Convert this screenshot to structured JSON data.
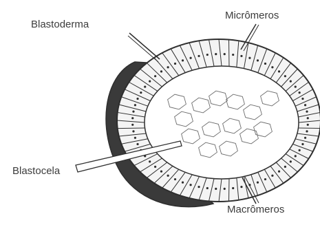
{
  "figure": {
    "labels": {
      "blastoderma": "Blastoderma",
      "micromeros": "Micrômeros",
      "blastocela": "Blastocela",
      "macromeros": "Macrômeros"
    }
  },
  "colors": {
    "outline": "#2e2e2e",
    "shadow": "#3a3a3a",
    "cell_fill": "#f4f4f4",
    "interior_fill": "#ffffff",
    "text": "#3c3c3c"
  }
}
